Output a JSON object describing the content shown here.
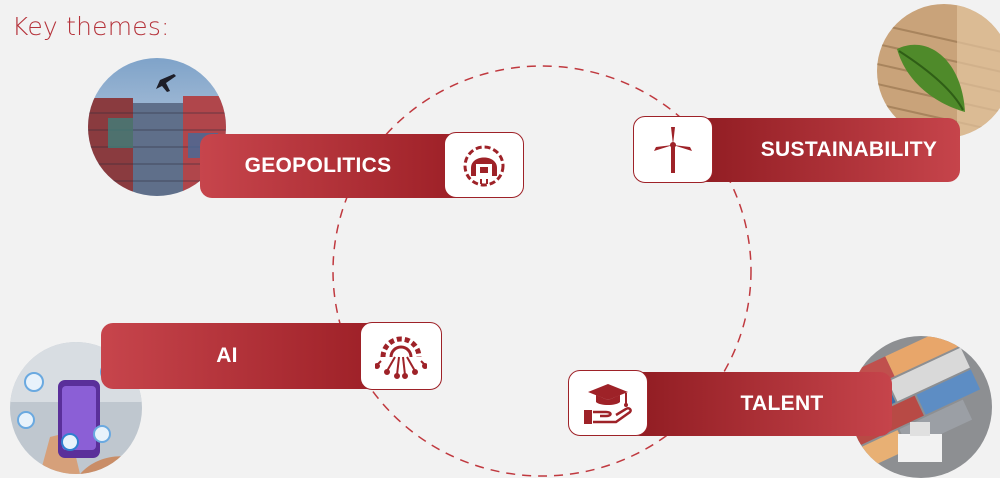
{
  "heading": "Key themes:",
  "themes": [
    {
      "label": "GEOPOLITICS",
      "icon": "helmet-gear-icon",
      "photo": "shipping-containers-plane-photo"
    },
    {
      "label": "SUSTAINABILITY",
      "icon": "wind-turbine-icon",
      "photo": "leaf-on-cardboard-photo"
    },
    {
      "label": "AI",
      "icon": "gear-circuit-icon",
      "photo": "smartphone-social-icons-photo"
    },
    {
      "label": "TALENT",
      "icon": "graduation-cap-hand-icon",
      "photo": "containers-truck-photo"
    }
  ],
  "colors": {
    "accent": "#b5323a",
    "bar_dark": "#9c1f26",
    "bar_light": "#c7454c"
  }
}
